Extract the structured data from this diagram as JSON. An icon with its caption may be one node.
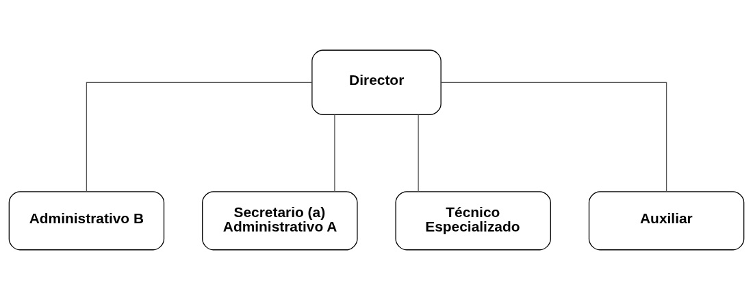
{
  "diagram": {
    "nodes": [
      {
        "text": [
          "Director"
        ]
      },
      {
        "text": [
          "Administrativo B"
        ]
      },
      {
        "text": [
          "Secretario (a) Administrativo A"
        ]
      },
      {
        "text": [
          "Técnico Especializado"
        ]
      },
      {
        "text": [
          "Auxiliar"
        ]
      }
    ],
    "edges": [
      {
        "from": 0,
        "to": 1,
        "arrow": "none"
      },
      {
        "from": 0,
        "to": 2,
        "arrow": "none"
      },
      {
        "from": 0,
        "to": 3,
        "arrow": "none"
      },
      {
        "from": 0,
        "to": 4,
        "arrow": "none"
      }
    ]
  }
}
